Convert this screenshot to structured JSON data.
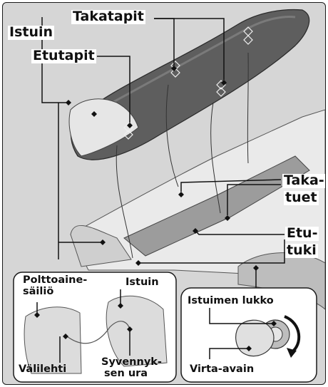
{
  "labels": {
    "takatapit": "Takatapit",
    "istuin": "Istuin",
    "etutapit": "Etutapit",
    "takatuet_line1": "Taka-",
    "takatuet_line2": "tuet",
    "etutuki_line1": "Etu-",
    "etutuki_line2": "tuki",
    "polttoaine_line1": "Polttoaine-",
    "polttoaine_line2": "säiliö",
    "istuin_inset": "Istuin",
    "valilehti": "Välilehti",
    "syvennys_line1": "Syvennyk-",
    "syvennys_line2": "sen ura",
    "istuimen_lukko": "Istuimen lukko",
    "virta_avain": "Virta-avain"
  },
  "colors": {
    "background": "#d6d6d6",
    "inset_background": "#ffffff",
    "seat": "#5a5a5a",
    "outline": "#1a1a1a"
  }
}
